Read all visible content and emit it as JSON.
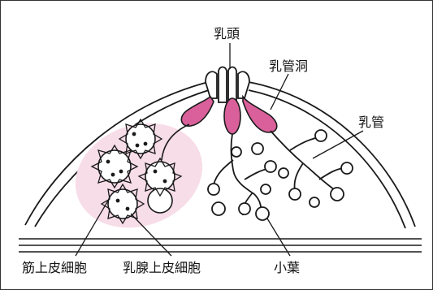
{
  "diagram": {
    "labels": {
      "nipple": "乳頭",
      "lactiferous_sinus": "乳管洞",
      "lactiferous_duct": "乳管",
      "myoepithelial_cell": "筋上皮細胞",
      "glandular_epithelial_cell": "乳腺上皮細胞",
      "lobule": "小葉"
    },
    "colors": {
      "sinus_fill": "#d9609a",
      "highlight_fill": "#f7dde8",
      "line": "#1a1a1a"
    }
  }
}
